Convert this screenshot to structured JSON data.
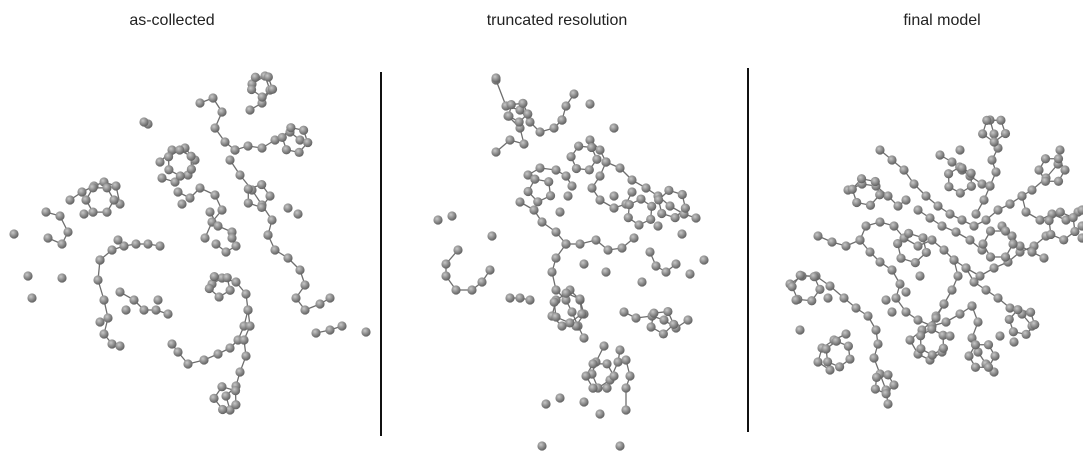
{
  "panels": [
    {
      "title": "as-collected"
    },
    {
      "title": "truncated resolution"
    },
    {
      "title": "final model"
    }
  ],
  "colors": {
    "atom": "#8a8a8a",
    "atom_highlight": "#c8c8c8",
    "bond": "#6e6e6e",
    "divider": "#111111",
    "text": "#222222"
  },
  "icons": {
    "atom": "sphere"
  }
}
